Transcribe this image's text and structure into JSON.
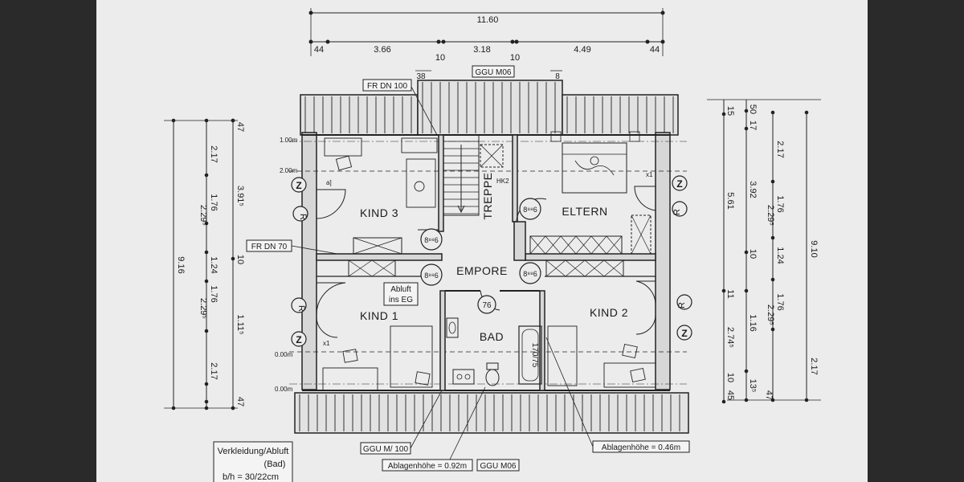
{
  "plan": {
    "title_partial": "...",
    "rooms": {
      "kind3": "KIND 3",
      "kind1": "KIND 1",
      "kind2": "KIND 2",
      "eltern": "ELTERN",
      "empore": "EMPORE",
      "bad": "BAD",
      "treppe": "TREPPE"
    },
    "top_dims": {
      "total": "11.60",
      "segments": [
        "44",
        "3.66",
        "10",
        "3.18",
        "10",
        "4.49",
        "44"
      ],
      "small": [
        "38",
        "8"
      ]
    },
    "left_dims": {
      "outer": [
        "47",
        "2.17",
        "1.76",
        "1.24",
        "1.76",
        "2.17",
        "47"
      ],
      "outer_mid": [
        "2.29⁵",
        "2.29⁵"
      ],
      "inner": [
        "3.91⁵",
        "10",
        "1.11⁵"
      ],
      "total": "9.16"
    },
    "right_dims": {
      "col1": [
        "15",
        "5.61",
        "11",
        "2.74⁵",
        "10",
        "45"
      ],
      "col2": [
        "50",
        "17",
        "3.92",
        "10",
        "1.16",
        "13⁵",
        "47"
      ],
      "col3": [
        "2.17",
        "1.76",
        "2.29⁵",
        "1.24",
        "1.76",
        "2.29⁵",
        "2.17"
      ],
      "total": "9.10"
    },
    "labels": {
      "fr_dn_100": "FR DN 100",
      "ggu_m06_top": "GGU M06",
      "fr_dn_70": "FR DN 70",
      "abluft": "Abluft",
      "ins_eg": "ins EG",
      "ggu_m100": "GGU M/ 100",
      "ablage_092": "Ablagenhöhe = 0.92m",
      "ggu_m06_bottom": "GGU M06",
      "ablage_046": "Ablagenhöhe = 0.46m",
      "hk2": "HK2",
      "h_100": "1.00m",
      "h_200": "2.00m",
      "h_000a": "0.00m",
      "h_000b": "0.00m",
      "x1a": "x1",
      "x1b": "x1",
      "a1": "a]",
      "bath_tub": "170/75"
    },
    "markers": {
      "z": "Z",
      "r": "R",
      "duct": "8⁸⁸6",
      "n76": "76"
    },
    "note": {
      "line1": "Verkleidung/Abluft",
      "line2": "(Bad)",
      "line3": "b/h = 30/22cm"
    },
    "icons": [
      "toilet-icon",
      "sink-icon",
      "bathtub-icon",
      "bed-icon",
      "desk-icon",
      "chair-icon",
      "door-swing-icon",
      "staircase-icon"
    ]
  }
}
